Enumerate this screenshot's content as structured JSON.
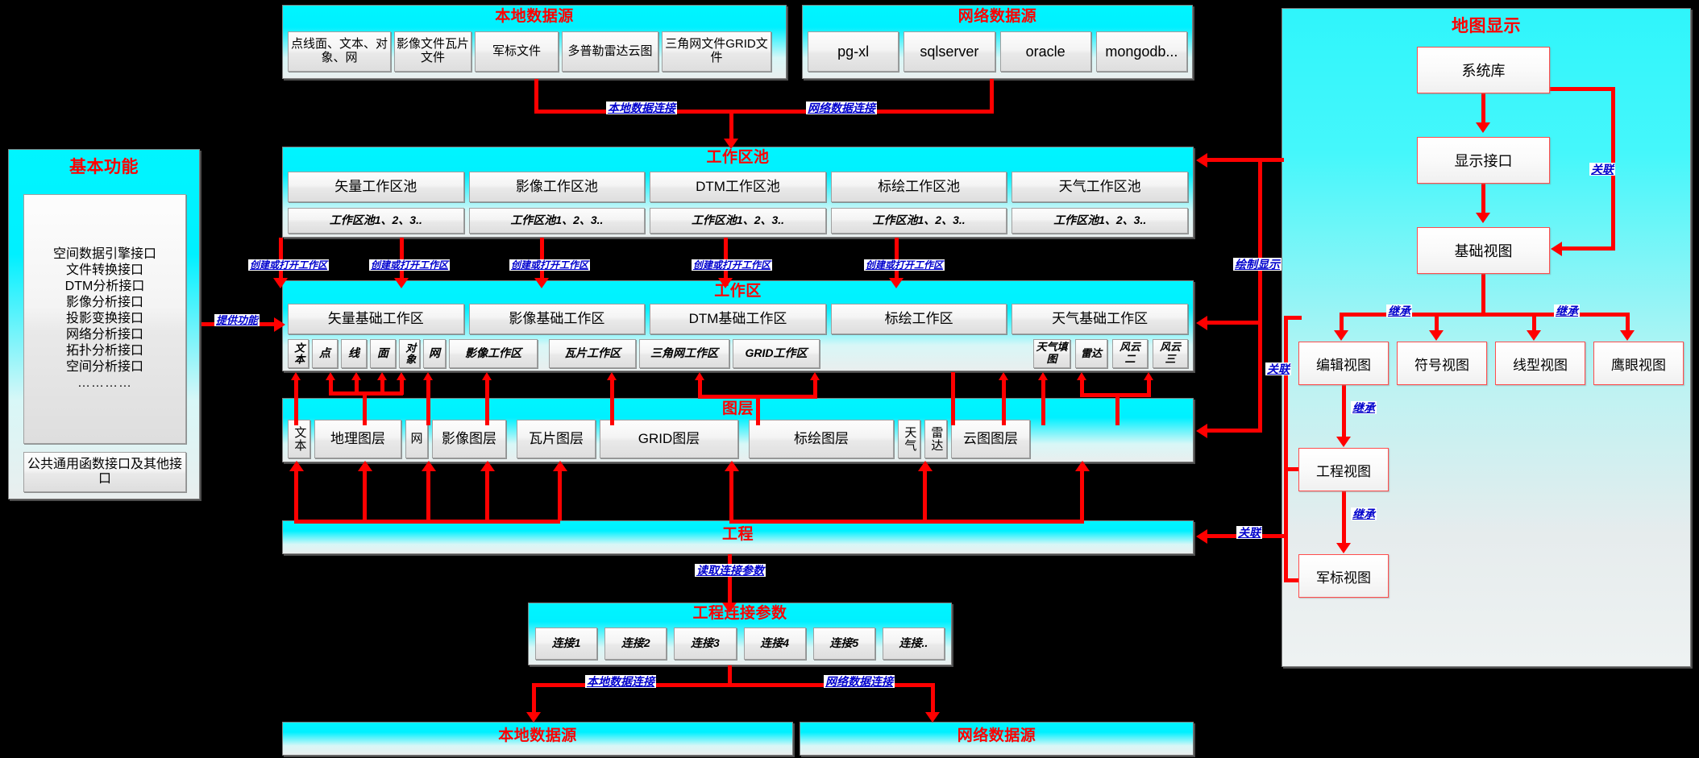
{
  "local_data_source_top": {
    "title": "本地数据源",
    "items": [
      "点线面、文本、对象、网",
      "影像文件瓦片文件",
      "军标文件",
      "多普勒雷达云图",
      "三角网文件GRID文件"
    ]
  },
  "network_data_source_top": {
    "title": "网络数据源",
    "items": [
      "pg-xl",
      "sqlserver",
      "oracle",
      "mongodb..."
    ]
  },
  "basic_function": {
    "title": "基本功能",
    "interfaces": [
      "空间数据引擎接口",
      "文件转换接口",
      "DTM分析接口",
      "影像分析接口",
      "投影变换接口",
      "网络分析接口",
      "拓扑分析接口",
      "空间分析接口",
      "…………"
    ],
    "common_interface": "公共通用函数接口及其他接口"
  },
  "workspace_pool": {
    "title": "工作区池",
    "columns": [
      {
        "name": "矢量工作区池",
        "sub": "工作区池1、2、3.."
      },
      {
        "name": "影像工作区池",
        "sub": "工作区池1、2、3.."
      },
      {
        "name": "DTM工作区池",
        "sub": "工作区池1、2、3.."
      },
      {
        "name": "标绘工作区池",
        "sub": "工作区池1、2、3.."
      },
      {
        "name": "天气工作区池",
        "sub": "工作区池1、2、3.."
      }
    ]
  },
  "workspace": {
    "title": "工作区",
    "columns": [
      "矢量基础工作区",
      "影像基础工作区",
      "DTM基础工作区",
      "标绘工作区",
      "天气基础工作区"
    ],
    "sub_items": [
      "文本",
      "点",
      "线",
      "面",
      "对象",
      "网",
      "影像工作区",
      "瓦片工作区",
      "三角网工作区",
      "GRID工作区",
      "天气填图",
      "雷达",
      "风云二",
      "风云三"
    ]
  },
  "layers": {
    "title": "图层",
    "items": [
      "文本",
      "地理图层",
      "网",
      "影像图层",
      "瓦片图层",
      "GRID图层",
      "标绘图层",
      "天气",
      "雷达",
      "云图图层"
    ]
  },
  "project": {
    "title": "工程"
  },
  "project_connection": {
    "title": "工程连接参数",
    "connections": [
      "连接1",
      "连接2",
      "连接3",
      "连接4",
      "连接5",
      "连接.."
    ]
  },
  "local_data_source_bottom": {
    "title": "本地数据源"
  },
  "network_data_source_bottom": {
    "title": "网络数据源"
  },
  "map_display": {
    "title": "地图显示",
    "system_lib": "系统库",
    "display_interface": "显示接口",
    "base_view": "基础视图",
    "child_views": [
      "编辑视图",
      "符号视图",
      "线型视图",
      "鹰眼视图"
    ],
    "project_view": "工程视图",
    "military_view": "军标视图"
  },
  "flow_labels": {
    "local_data_conn": "本地数据连接",
    "network_data_conn": "网络数据连接",
    "create_open_ws": "创建或打开工作区",
    "provide_function": "提供功能",
    "read_conn_params": "读取连接参数",
    "draw_display": "绘制显示",
    "association": "关联",
    "inherit": "继承"
  },
  "colors": {
    "accent_red": "#ff0000",
    "label_blue": "#0000cc",
    "panel_cyan": "#00f5ff",
    "background": "#000000"
  }
}
